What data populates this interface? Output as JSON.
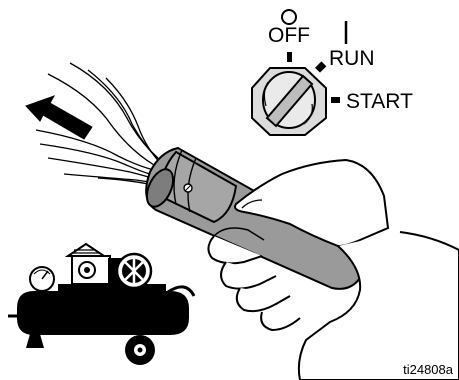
{
  "switch": {
    "positions": {
      "off_symbol": "O",
      "off_label": "OFF",
      "run_symbol": "|",
      "run_label": "RUN",
      "start_label": "START"
    },
    "selected_position": "RUN"
  },
  "figure_id": "ti24808a",
  "icons": {
    "airflow": "airflow-arrow-icon",
    "compressor": "air-compressor-icon",
    "gauge": "pressure-gauge-icon",
    "fan": "compressor-fan-icon",
    "hand": "hand-icon",
    "tube": "blow-tube-icon",
    "knob": "selector-knob-icon"
  },
  "colors": {
    "line": "#000000",
    "tube_fill": "#9a9a9a",
    "tube_dark": "#7d7d7d",
    "hand_fill": "#ffffff"
  }
}
